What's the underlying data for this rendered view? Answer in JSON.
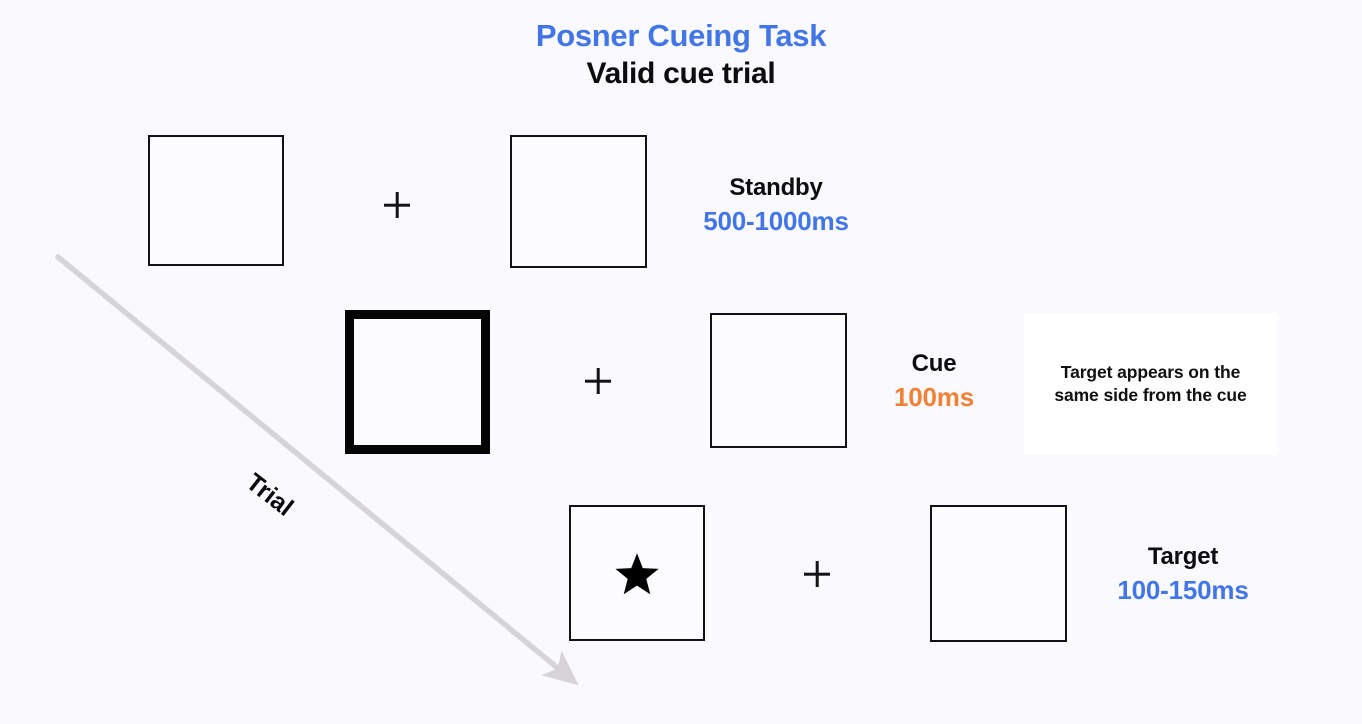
{
  "title": {
    "main": "Posner Cueing Task",
    "subtitle": "Valid cue trial"
  },
  "colors": {
    "background": "#faf9fe",
    "accent_blue": "#4175e8",
    "accent_orange": "#f08137",
    "box_stroke": "#121212",
    "arrow_gray": "#d6d4d9",
    "callout_background": "#ffffff"
  },
  "timeline": {
    "arrow_label": "Trial",
    "arrow_icon": "diagonal-arrow-down-right-icon"
  },
  "rows": [
    {
      "id": "standby",
      "phase_name": "Standby",
      "duration": "500-1000ms",
      "duration_color": "#4175e8",
      "left_box": {
        "state": "normal"
      },
      "right_box": {
        "state": "normal"
      },
      "fixation": "plus-fixation-cross"
    },
    {
      "id": "cue",
      "phase_name": "Cue",
      "duration": "100ms",
      "duration_color": "#f08137",
      "left_box": {
        "state": "cued"
      },
      "right_box": {
        "state": "normal"
      },
      "fixation": "plus-fixation-cross"
    },
    {
      "id": "target",
      "phase_name": "Target",
      "duration": "100-150ms",
      "duration_color": "#4175e8",
      "left_box": {
        "state": "target",
        "stimulus": "star-icon"
      },
      "right_box": {
        "state": "normal"
      },
      "fixation": "plus-fixation-cross"
    }
  ],
  "callout": {
    "text": "Target appears on the same side from the cue"
  }
}
